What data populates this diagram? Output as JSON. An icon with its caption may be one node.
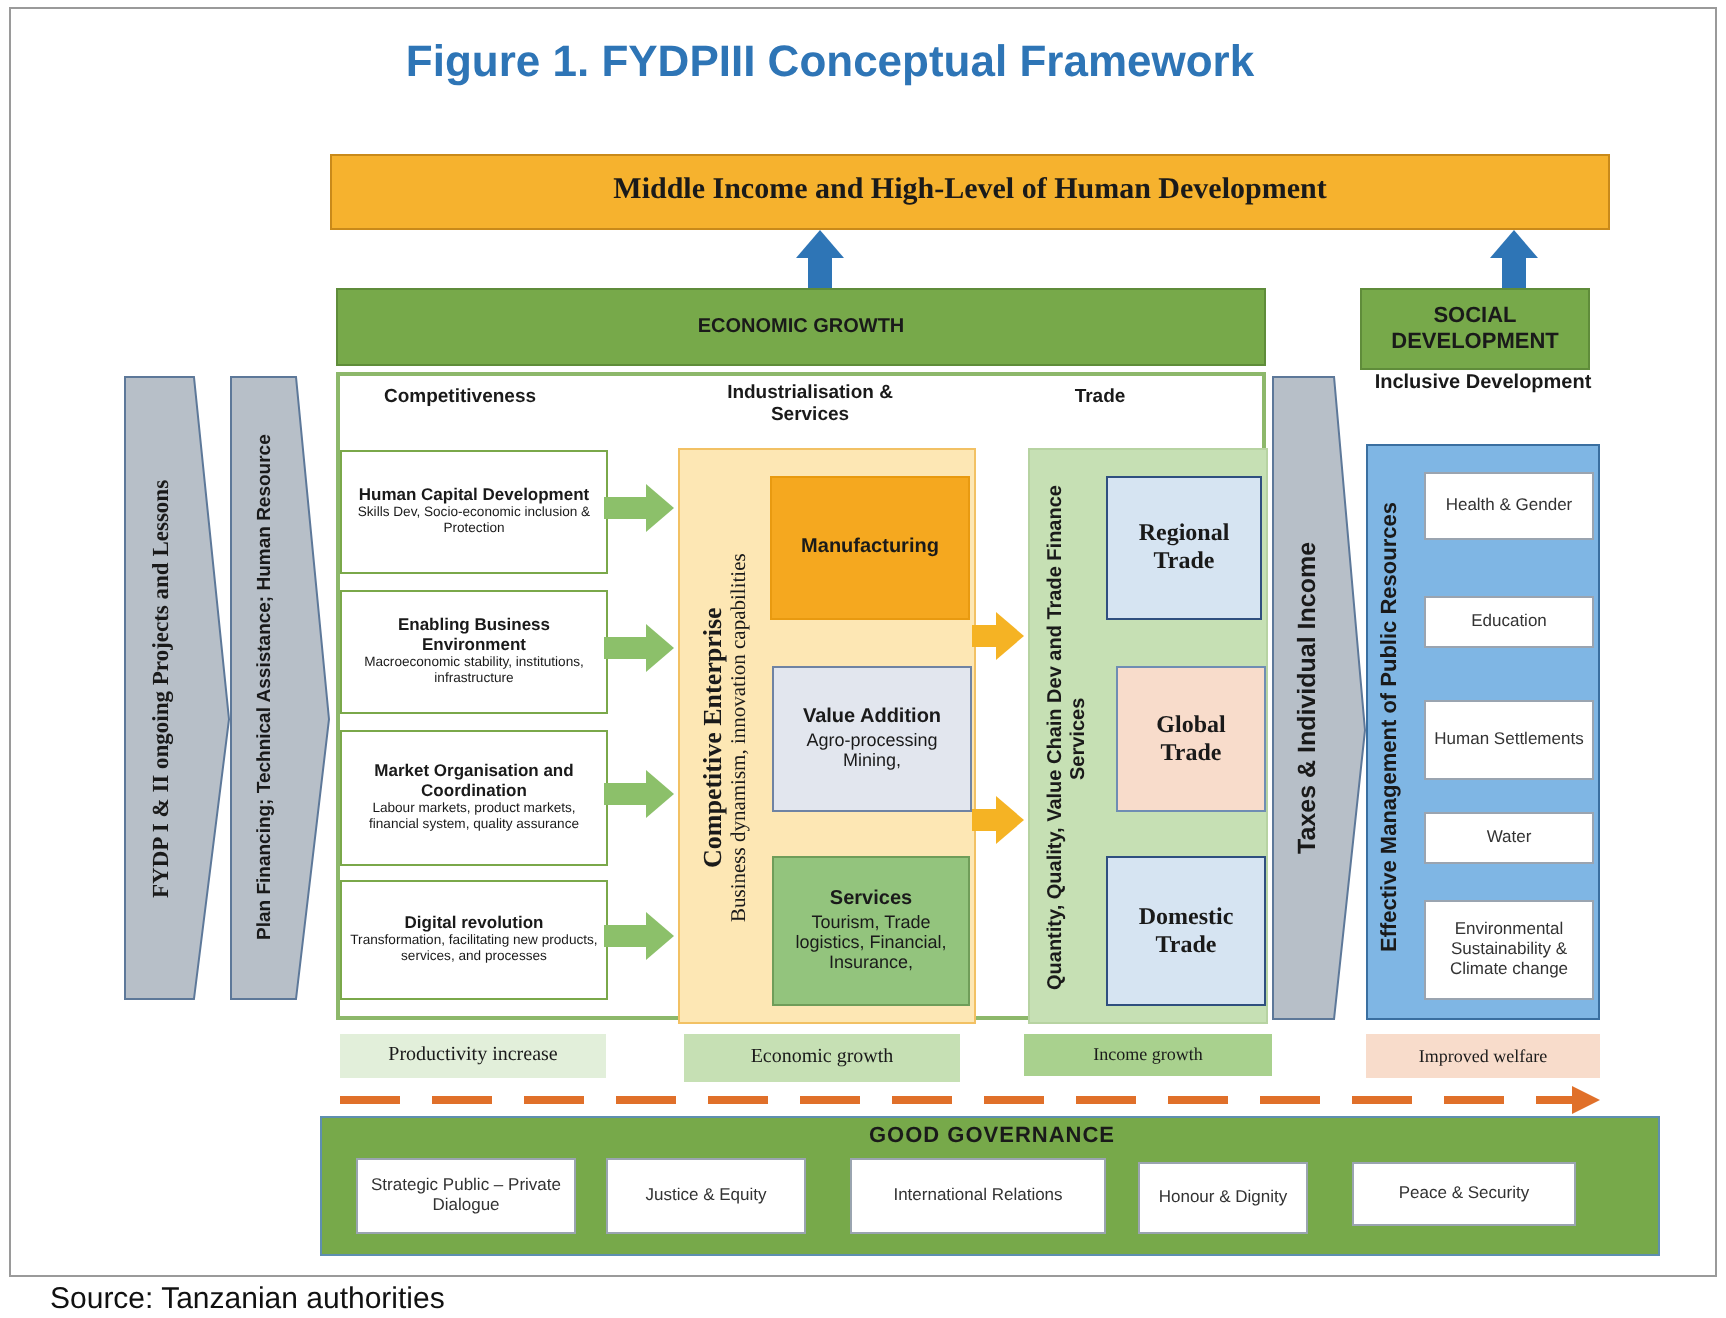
{
  "diagram": {
    "title": "Figure 1. FYDPIII Conceptual Framework",
    "caption": "Source: Tanzanian authorities",
    "nodes": [
      {
        "text": [
          "Middle Income and High-Level of Human Development"
        ]
      },
      {
        "text": [
          "ECONOMIC GROWTH"
        ]
      },
      {
        "text": [
          "SOCIAL DEVELOPMENT"
        ]
      },
      {
        "text": [
          "FYDP I & II ongoing Projects and Lessons"
        ]
      },
      {
        "text": [
          "Plan Financing; Technical Assistance; Human Resource"
        ]
      },
      {
        "text": [
          "Competitiveness",
          "Industrialisation & Services",
          "Trade"
        ]
      },
      {
        "text": [
          "Human Capital Development",
          "Skills Dev, Socio-economic inclusion & Protection"
        ],
        "in": 5
      },
      {
        "text": [
          "Enabling Business Environment",
          "Macroeconomic stability, institutions, infrastructure"
        ],
        "in": 5
      },
      {
        "text": [
          "Market Organisation and Coordination",
          "Labour markets, product markets, financial system, quality assurance"
        ],
        "in": 5
      },
      {
        "text": [
          "Digital revolution",
          "Transformation, facilitating new products, services, and processes"
        ],
        "in": 5
      },
      {
        "text": [
          "Competitive Enterprise",
          "Business dynamism, innovation capabilities"
        ],
        "in": 5
      },
      {
        "text": [
          "Manufacturing"
        ],
        "in": 10
      },
      {
        "text": [
          "Value Addition",
          "Agro-processing Mining,"
        ],
        "in": 10
      },
      {
        "text": [
          "Services",
          "Tourism, Trade logistics, Financial, Insurance,"
        ],
        "in": 10
      },
      {
        "text": [
          "Quantity, Quality, Value Chain Dev and Trade Finance Services"
        ],
        "in": 5
      },
      {
        "text": [
          "Regional Trade"
        ],
        "in": 14
      },
      {
        "text": [
          "Global Trade"
        ],
        "in": 14
      },
      {
        "text": [
          "Domestic Trade"
        ],
        "in": 14
      },
      {
        "text": [
          "Taxes & Individual Income"
        ]
      },
      {
        "text": [
          "Inclusive Development",
          "Effective Management of Public Resources"
        ]
      },
      {
        "text": [
          "Health & Gender"
        ],
        "in": 19
      },
      {
        "text": [
          "Education"
        ],
        "in": 19
      },
      {
        "text": [
          "Human Settlements"
        ],
        "in": 19
      },
      {
        "text": [
          "Water"
        ],
        "in": 19
      },
      {
        "text": [
          "Environmental Sustainability & Climate change"
        ],
        "in": 19
      },
      {
        "text": [
          "Productivity increase"
        ]
      },
      {
        "text": [
          "Economic growth"
        ]
      },
      {
        "text": [
          "Income growth"
        ]
      },
      {
        "text": [
          "Improved welfare"
        ]
      },
      {
        "text": [
          "GOOD GOVERNANCE"
        ]
      },
      {
        "text": [
          "Strategic Public – Private Dialogue"
        ],
        "in": 29
      },
      {
        "text": [
          "Justice & Equity"
        ],
        "in": 29
      },
      {
        "text": [
          "International Relations"
        ],
        "in": 29
      },
      {
        "text": [
          "Honour & Dignity"
        ],
        "in": 29
      },
      {
        "text": [
          "Peace & Security"
        ],
        "in": 29
      }
    ],
    "edges": [
      {
        "from": 1,
        "to": 0,
        "arrow": "to",
        "color": "#2e75b6"
      },
      {
        "from": 2,
        "to": 0,
        "arrow": "to",
        "color": "#2e75b6"
      },
      {
        "from": 6,
        "to": 10,
        "arrow": "to"
      },
      {
        "from": 7,
        "to": 10,
        "arrow": "to"
      },
      {
        "from": 8,
        "to": 10,
        "arrow": "to"
      },
      {
        "from": 9,
        "to": 10,
        "arrow": "to"
      },
      {
        "from": 10,
        "to": 14,
        "arrow": "to",
        "color": "#f5b324"
      },
      {
        "from": 10,
        "to": 14,
        "arrow": "to",
        "color": "#f5b324"
      }
    ]
  }
}
